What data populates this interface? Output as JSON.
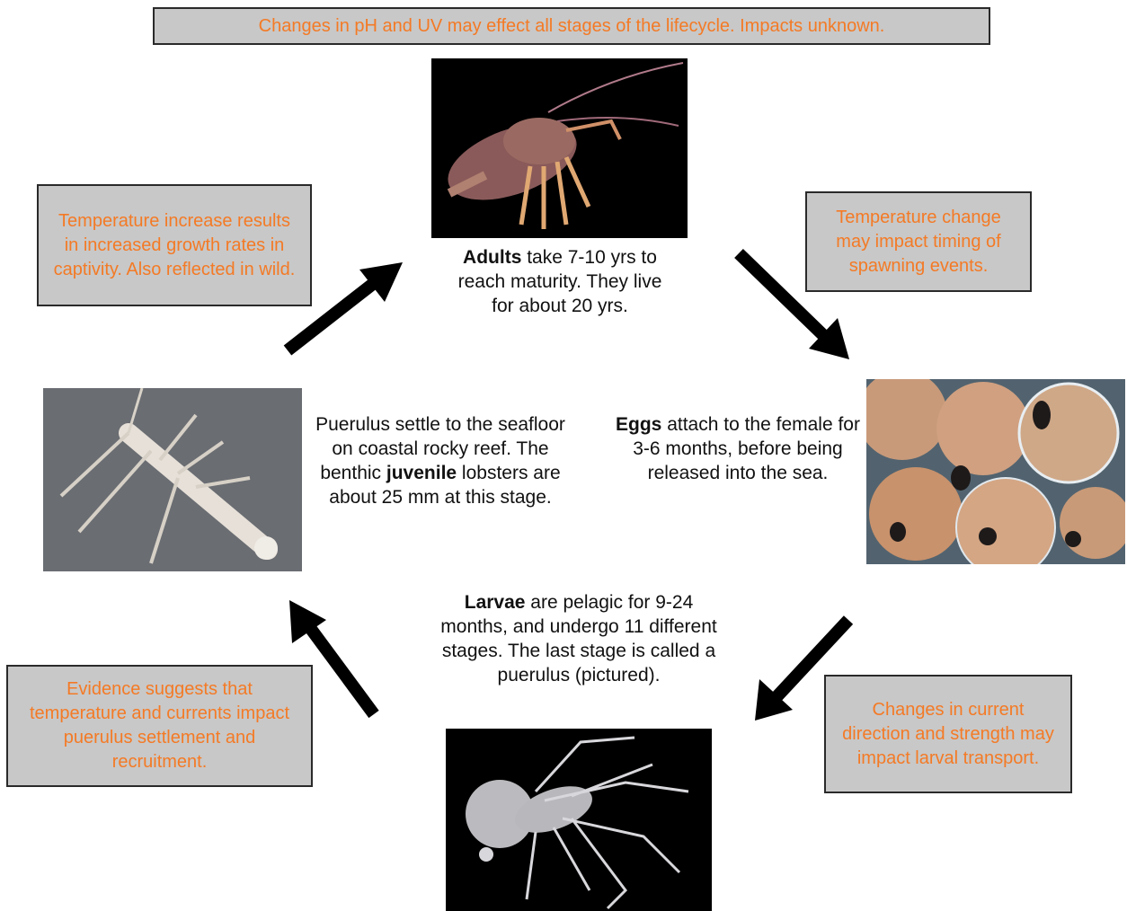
{
  "banner": "Changes in pH and UV may effect all stages of the lifecycle. Impacts unknown.",
  "notes": {
    "growth": "Temperature increase results in increased growth rates in captivity. Also reflected in wild.",
    "spawning": "Temperature change may impact timing of spawning events.",
    "settlement": "Evidence suggests that temperature and currents impact puerulus settlement and recruitment.",
    "transport": "Changes in current direction and strength may impact larval transport."
  },
  "stages": {
    "adults": {
      "term": "Adults",
      "text": " take 7-10 yrs to reach maturity. They live for about 20 yrs."
    },
    "eggs": {
      "term": "Eggs",
      "text": " attach to the female for 3-6 months, before being released into the sea."
    },
    "larvae": {
      "term": "Larvae",
      "text": " are pelagic for 9-24 months, and undergo 11 different stages.  The last stage is called a puerulus (pictured)."
    },
    "juvenile": {
      "before": "Puerulus settle to the seafloor on coastal rocky reef. The benthic ",
      "term": "juvenile",
      "after": " lobsters are about 25 mm at this stage."
    }
  },
  "colors": {
    "note_text": "#f47a25",
    "note_fill": "#c8c8c8",
    "arrow": "#000000"
  }
}
